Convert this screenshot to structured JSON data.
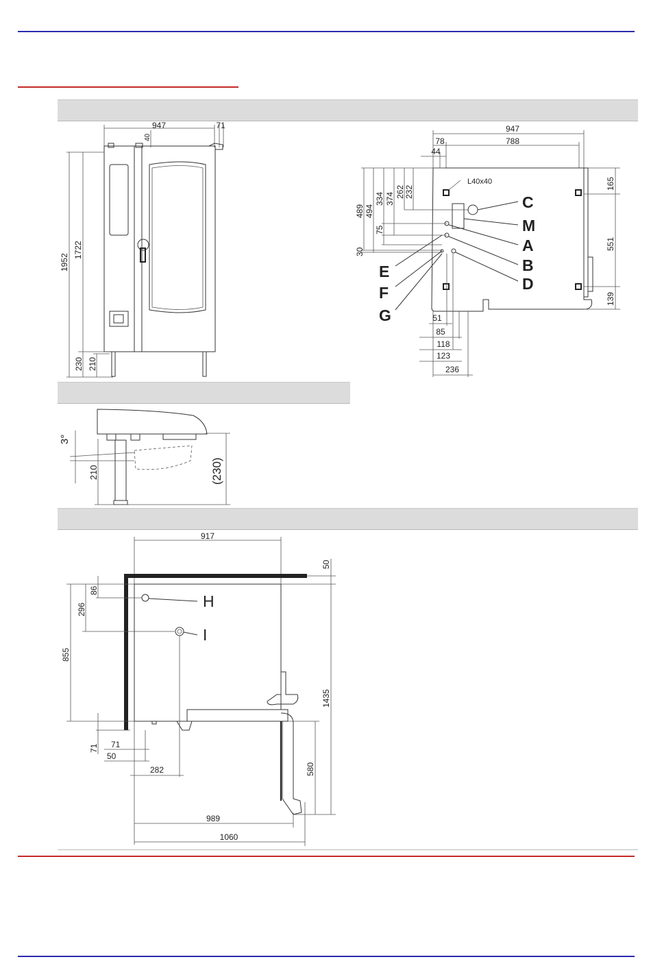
{
  "colors": {
    "blue_rule": "#2a2ab0",
    "red_rule": "#c42a2a",
    "band": "#dcdcdc"
  },
  "front_view": {
    "labels": {
      "width": "947",
      "offset_top": "40",
      "offset_right": "71",
      "total_height": "1952",
      "body_height": "1722",
      "leg_height_230": "230",
      "leg_height_210": "210"
    }
  },
  "side_detail": {
    "labels": {
      "angle": "3°",
      "leg": "210",
      "total": "(230)"
    }
  },
  "top_view": {
    "labels": {
      "width": "947",
      "d78": "78",
      "d788": "788",
      "d44": "44",
      "profile": "L40x40",
      "v489": "489",
      "v494": "494",
      "v334": "334",
      "v374": "374",
      "v262": "262",
      "v232": "232",
      "v75": "75",
      "v30": "30",
      "r165": "165",
      "r551": "551",
      "r139": "139",
      "b51": "51",
      "b85": "85",
      "b118": "118",
      "b123": "123",
      "b236": "236"
    },
    "connections": [
      "C",
      "M",
      "A",
      "B",
      "D",
      "E",
      "F",
      "G"
    ]
  },
  "rear_view": {
    "labels": {
      "w917": "917",
      "d50": "50",
      "d86": "86",
      "d296": "296",
      "d855": "855",
      "d1435": "1435",
      "d71": "71",
      "h71": "71",
      "h50": "50",
      "d282": "282",
      "d580": "580",
      "d989": "989",
      "d1060": "1060"
    },
    "connections": [
      "H",
      "I"
    ]
  }
}
